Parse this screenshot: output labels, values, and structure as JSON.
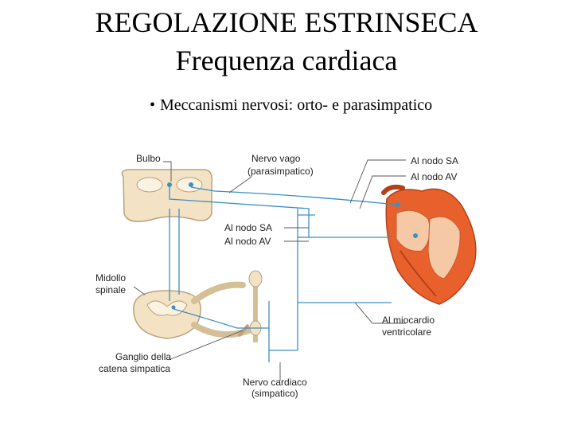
{
  "title": "REGOLAZIONE ESTRINSECA",
  "subtitle": "Frequenza cardiaca",
  "bullet": "Meccanismi nervosi: orto- e parasimpatico",
  "labels": {
    "bulbo": "Bulbo",
    "nervo_vago_1": "Nervo vago",
    "nervo_vago_2": "(parasimpatico)",
    "al_nodo_sa_right": "Al nodo SA",
    "al_nodo_av_right": "Al nodo AV",
    "al_nodo_sa_mid": "Al nodo SA",
    "al_nodo_av_mid": "Al nodo AV",
    "midollo_1": "Midollo",
    "midollo_2": "spinale",
    "miocardio_1": "Al miocardio",
    "miocardio_2": "ventricolare",
    "ganglio_1": "Ganglio della",
    "ganglio_2": "catena simpatica",
    "cardiaco_1": "Nervo cardiaco",
    "cardiaco_2": "(simpatico)"
  },
  "colors": {
    "nerve": "#3d8fc4",
    "heart_fill": "#e8612c",
    "heart_light": "#f6c9a6",
    "tissue": "#f3e2c4",
    "label_line": "#555555"
  }
}
